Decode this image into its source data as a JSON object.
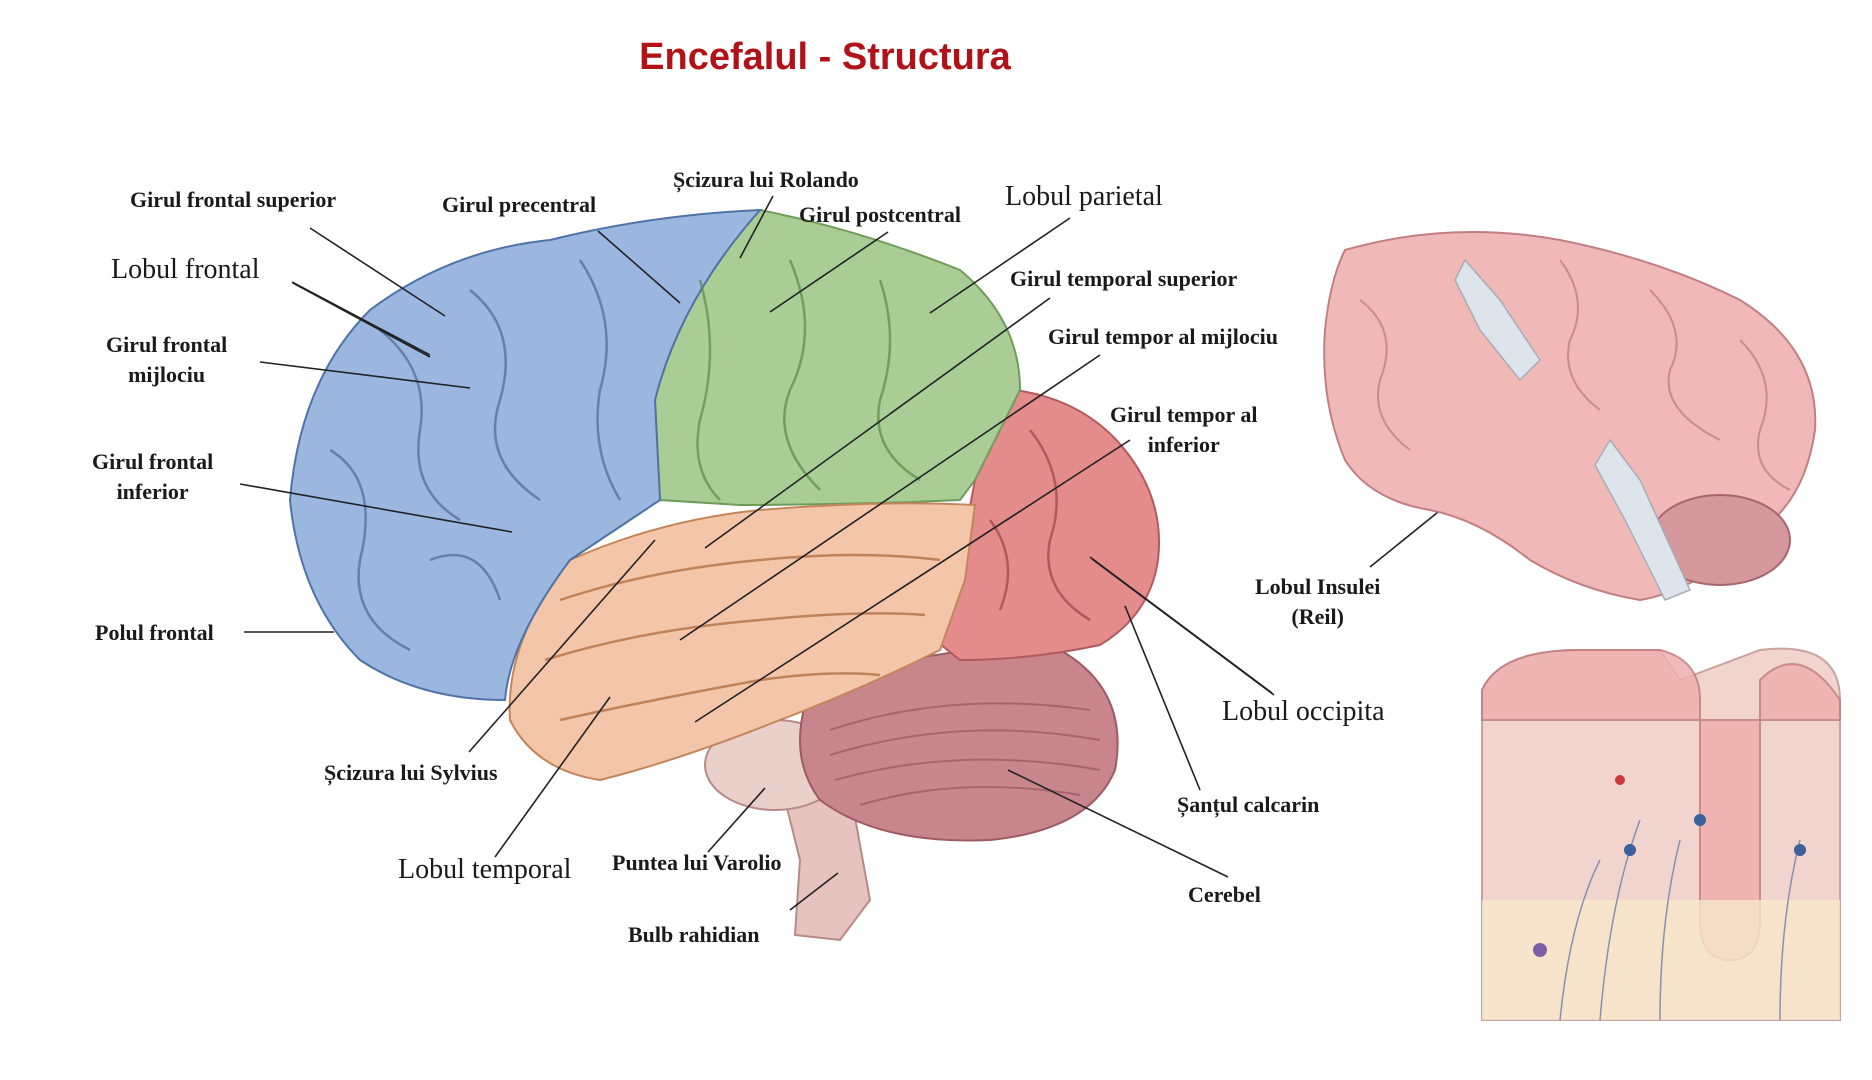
{
  "title": "Encefalul - Structura",
  "colors": {
    "title": "#b01217",
    "frontal": "#9bb7df",
    "parietal": "#a9cd95",
    "temporal": "#f3c6a9",
    "occipital": "#e48c8c",
    "cerebellum": "#c9858c",
    "brainstem": "#e7c3bf",
    "insula_brain": "#f0b9b8"
  },
  "labels": {
    "girul_frontal_superior": "Girul frontal superior",
    "lobul_frontal": "Lobul frontal",
    "girul_frontal_mijlociu": "Girul frontal\nmijlociu",
    "girul_frontal_inferior": "Girul frontal\ninferior",
    "polul_frontal": "Polul frontal",
    "girul_precentral": "Girul precentral",
    "scizura_rolando": "Șcizura lui Rolando",
    "girul_postcentral": "Girul postcentral",
    "lobul_parietal": "Lobul parietal",
    "girul_temporal_superior": "Girul temporal superior",
    "girul_temporal_mijlociu": "Girul tempor al mijlociu",
    "girul_temporal_inferior": "Girul tempor al\ninferior",
    "scizura_sylvius": "Șcizura lui Sylvius",
    "lobul_temporal": "Lobul temporal",
    "puntea_varolio": "Puntea lui Varolio",
    "bulb_rahidian": "Bulb rahidian",
    "santul_calcarin": "Șanțul calcarin",
    "cerebel": "Cerebel",
    "lobul_occipital": "Lobul occipita",
    "lobul_insulei": "Lobul Insulei\n(Reil)"
  }
}
